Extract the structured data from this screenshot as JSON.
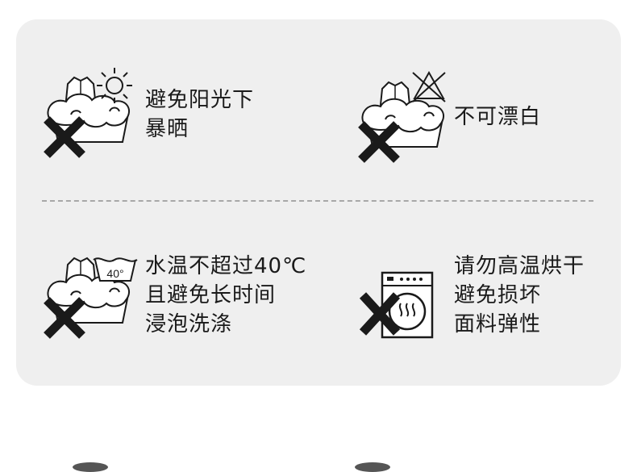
{
  "care_items": [
    {
      "icon": "no-sun-drying-icon",
      "lines": [
        "避免阳光下",
        "暴晒"
      ]
    },
    {
      "icon": "no-bleach-icon",
      "lines": [
        "不可漂白"
      ]
    },
    {
      "icon": "wash-40-degree-icon",
      "lines": [
        "水温不超过40℃",
        "且避免长时间",
        "浸泡洗涤"
      ],
      "temp_label": "40°"
    },
    {
      "icon": "no-tumble-dry-icon",
      "lines": [
        "请勿高温烘干",
        "避免损坏",
        "面料弹性"
      ]
    }
  ],
  "colors": {
    "card": "#efefef",
    "ink": "#1a1a1a",
    "divider": "#a8a8a8"
  }
}
